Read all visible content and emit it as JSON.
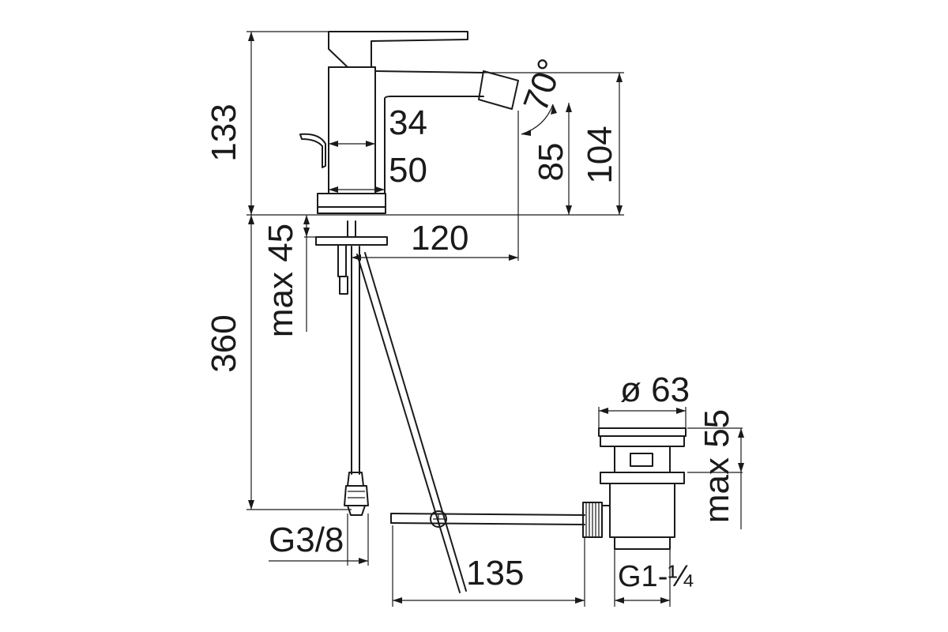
{
  "dimensions": {
    "d133": "133",
    "d34": "34",
    "d50": "50",
    "d70": "70°",
    "d85": "85",
    "d104": "104",
    "d120": "120",
    "dmax45": "max 45",
    "d360": "360",
    "dphi63": "ø 63",
    "dmax55": "max 55",
    "dG38": "G3/8",
    "d135": "135",
    "dG114": "G1-¼"
  },
  "colors": {
    "line": "#1a1a1a",
    "background": "#ffffff"
  }
}
